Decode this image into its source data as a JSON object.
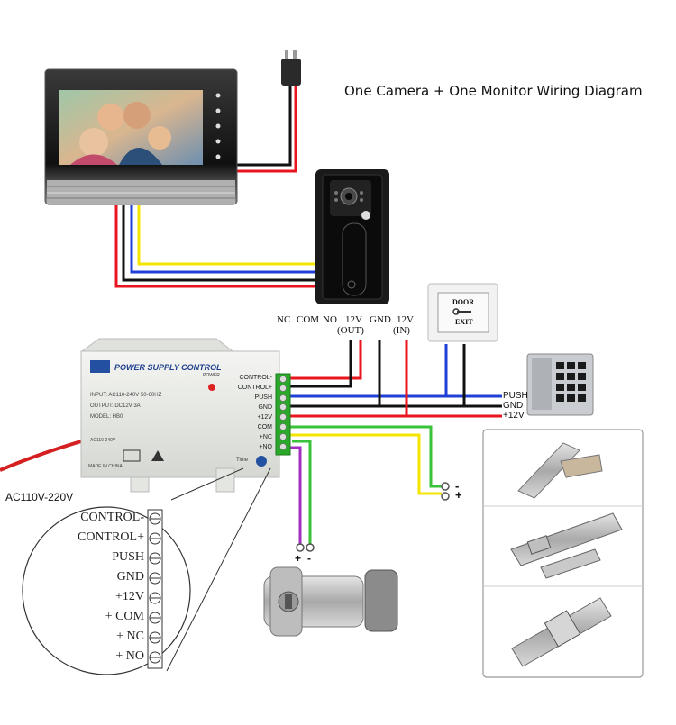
{
  "title": "One Camera + One Monitor Wiring Diagram",
  "door_exit_button": {
    "line1": "DOOR",
    "line2": "EXIT"
  },
  "controller_terminals": {
    "labels": [
      "NC",
      "COM",
      "NO",
      "12V",
      "GND",
      "12V"
    ],
    "sublabels": [
      "(OUT)",
      "(IN)"
    ]
  },
  "power_supply": {
    "brand": "POWER SUPPLY CONTROL",
    "power_indicator": "POWER",
    "input": "INPUT: AC110-240V 50-60HZ",
    "output": "OUTPUT: DC12V 3A",
    "model": "MODEL: HB0",
    "voltage_range": "AC110-240V",
    "made_in": "MADE IN CHINA",
    "time_label": "Time",
    "terminals": [
      "CONTROL-",
      "CONTROL+",
      "PUSH",
      "GND",
      "+12V",
      "COM",
      "+NC",
      "+NO"
    ]
  },
  "keypad_labels": [
    "PUSH",
    "GND",
    "+12V"
  ],
  "ac_input_label": "AC110V-220V",
  "zoom_terminals": [
    "CONTROL-",
    "CONTROL+",
    "PUSH",
    "GND",
    "+12V",
    "+ COM",
    "+ NC",
    "+ NO"
  ],
  "polarity": {
    "lock_output": [
      "-",
      "+"
    ],
    "electric_lock": [
      "+",
      "-"
    ]
  },
  "colors": {
    "red": "#e8141e",
    "black": "#111111",
    "blue": "#1f3fd6",
    "yellow": "#f3e500",
    "green": "#3ac23a",
    "purple": "#a12fc0",
    "monitor_bezel": "#1a1a1a",
    "psu_body": "#e9ebe7"
  }
}
